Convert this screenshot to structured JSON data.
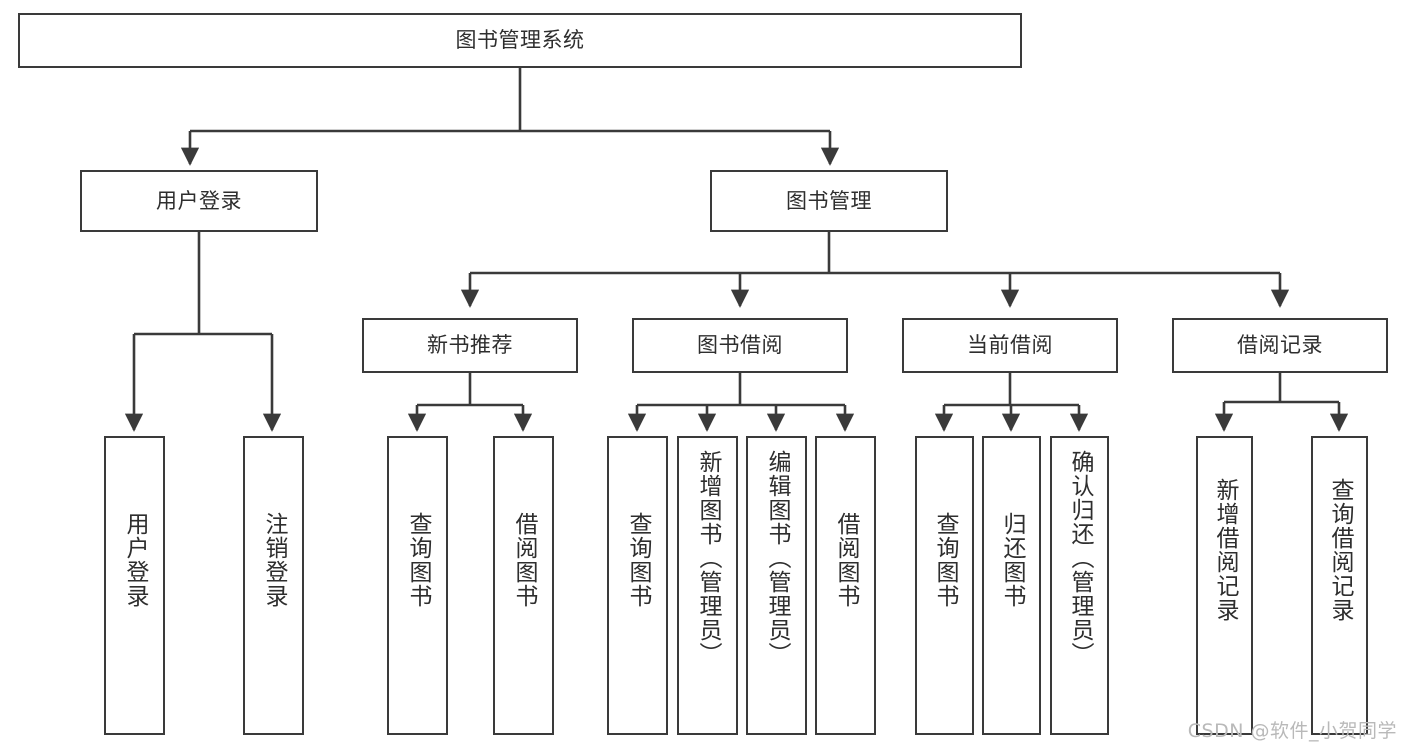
{
  "diagram": {
    "title": "图书管理系统",
    "watermark": "CSDN @软件_小贺同学",
    "stroke_color": "#3a3a3a",
    "text_color": "#2e2e2e",
    "background": "#ffffff",
    "nodes": {
      "root": "图书管理系统",
      "level2": {
        "user_login": "用户登录",
        "book_manage": "图书管理"
      },
      "level3": {
        "new_book_recommend": "新书推荐",
        "book_borrow": "图书借阅",
        "current_borrow": "当前借阅",
        "borrow_record": "借阅记录"
      },
      "leaves": {
        "user_login_children": [
          "用户登录",
          "注销登录"
        ],
        "new_book_recommend_children": [
          "查询图书",
          "借阅图书"
        ],
        "book_borrow_children": [
          "查询图书",
          "新增图书（管理员）",
          "编辑图书（管理员）",
          "借阅图书"
        ],
        "current_borrow_children": [
          "查询图书",
          "归还图书",
          "确认归还（管理员）"
        ],
        "borrow_record_children": [
          "新增借阅记录",
          "查询借阅记录"
        ]
      }
    }
  }
}
